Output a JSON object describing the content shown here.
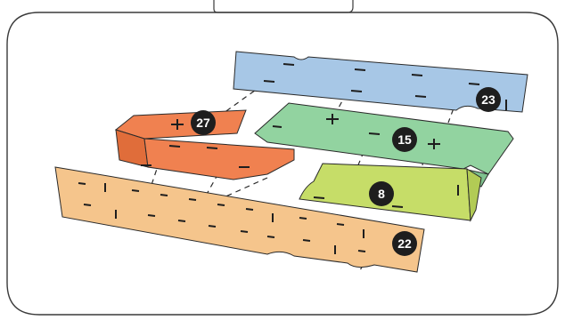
{
  "diagram": {
    "colors": {
      "frame": "#3a3a3a",
      "blue_panel": "#a7c7e6",
      "orange_panel": "#f08150",
      "green_panel": "#92d3a0",
      "lime_panel": "#c6dd68",
      "tan_panel": "#f5c58c",
      "badge": "#1e1e1e",
      "line": "#2a2a2a"
    },
    "parts": [
      {
        "id": "part-23",
        "number": "23",
        "color_key": "blue_panel"
      },
      {
        "id": "part-27",
        "number": "27",
        "color_key": "orange_panel"
      },
      {
        "id": "part-15",
        "number": "15",
        "color_key": "green_panel"
      },
      {
        "id": "part-8",
        "number": "8",
        "color_key": "lime_panel"
      },
      {
        "id": "part-22",
        "number": "22",
        "color_key": "tan_panel"
      }
    ]
  }
}
